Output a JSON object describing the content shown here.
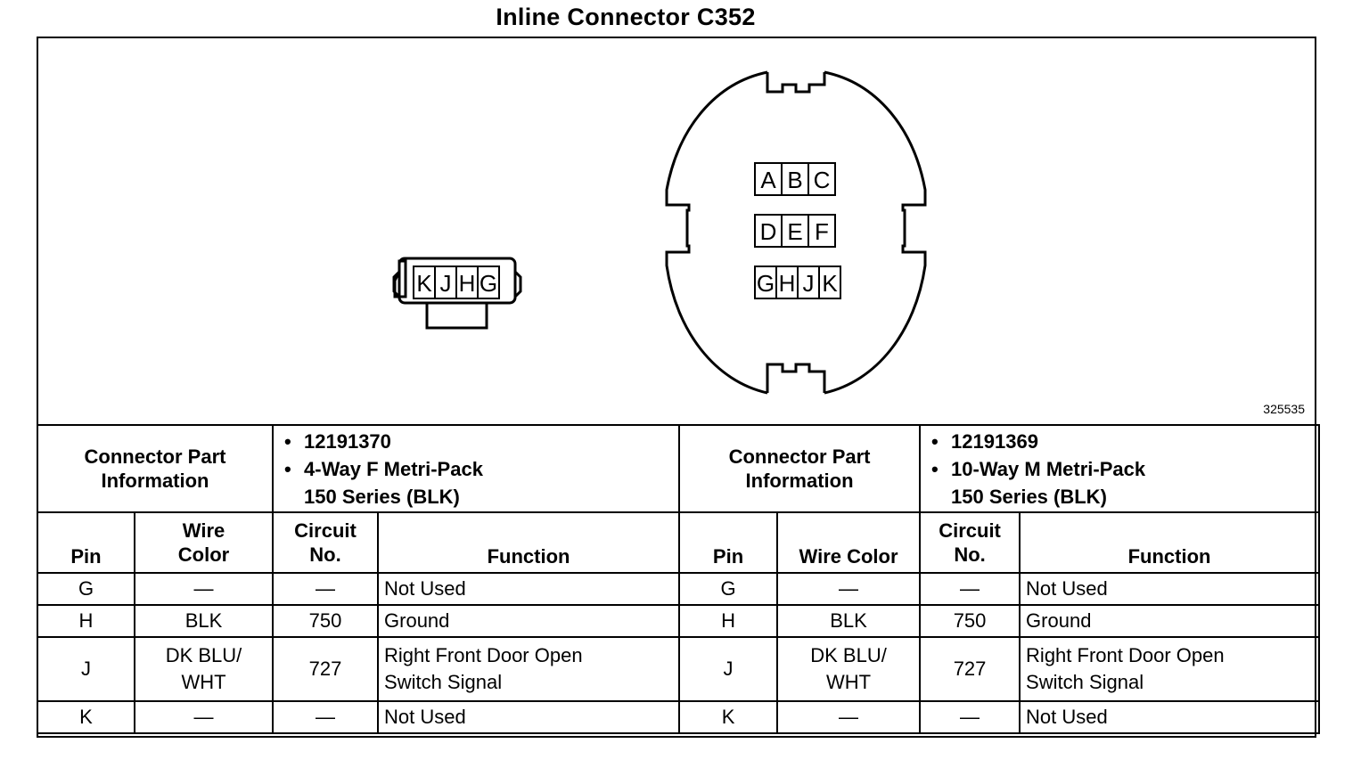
{
  "title": "Inline Connector C352",
  "figure_number": "325535",
  "small_connector": {
    "pins": [
      "K",
      "J",
      "H",
      "G"
    ]
  },
  "large_connector": {
    "rows": [
      [
        "A",
        "B",
        "C"
      ],
      [
        "D",
        "E",
        "F"
      ],
      [
        "G",
        "H",
        "J",
        "K"
      ]
    ]
  },
  "left": {
    "part_info_label": "Connector Part Information",
    "part_number": "12191370",
    "part_desc_1": "4-Way F Metri-Pack",
    "part_desc_2": "150 Series (BLK)"
  },
  "right": {
    "part_info_label": "Connector Part Information",
    "part_number": "12191369",
    "part_desc_1": "10-Way M Metri-Pack",
    "part_desc_2": "150 Series (BLK)"
  },
  "headers": {
    "pin": "Pin",
    "wire_color_left_1": "Wire",
    "wire_color_left_2": "Color",
    "wire_color_right": "Wire Color",
    "circuit_1": "Circuit",
    "circuit_2": "No.",
    "function": "Function"
  },
  "rows": [
    {
      "pin": "G",
      "wire": "—",
      "wire2": "",
      "circuit": "—",
      "function": "Not Used",
      "function2": ""
    },
    {
      "pin": "H",
      "wire": "BLK",
      "wire2": "",
      "circuit": "750",
      "function": "Ground",
      "function2": ""
    },
    {
      "pin": "J",
      "wire": "DK BLU/",
      "wire2": "WHT",
      "circuit": "727",
      "function": "Right Front Door Open",
      "function2": "Switch Signal"
    },
    {
      "pin": "K",
      "wire": "—",
      "wire2": "",
      "circuit": "—",
      "function": "Not Used",
      "function2": ""
    }
  ]
}
